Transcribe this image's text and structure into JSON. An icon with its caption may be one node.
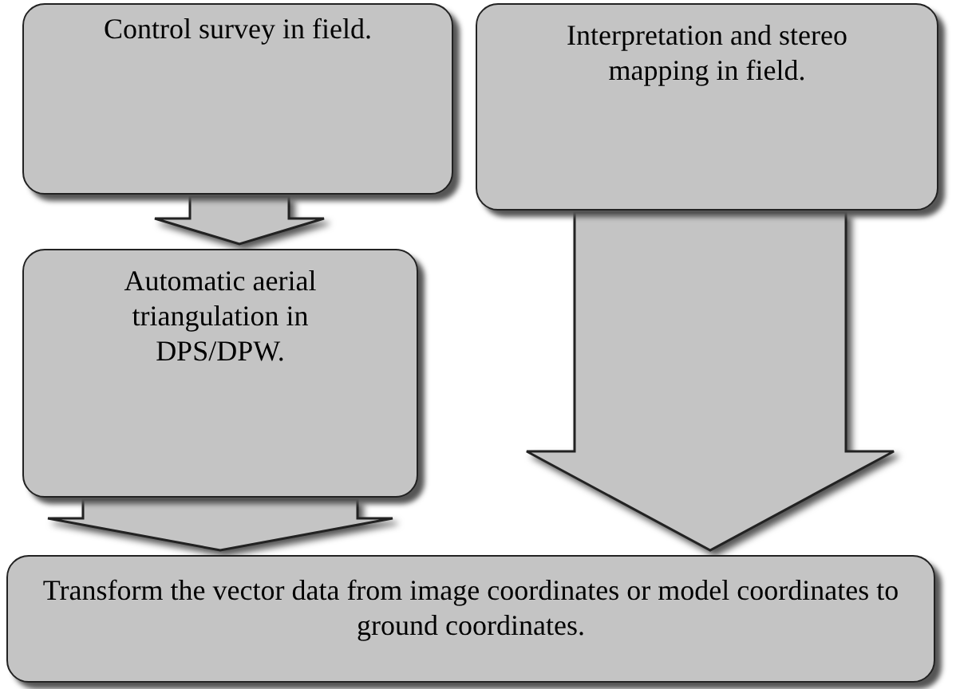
{
  "diagram": {
    "nodes": [
      {
        "text": [
          "Control survey in field."
        ]
      },
      {
        "text": [
          "Interpretation and stereo mapping in field."
        ]
      },
      {
        "text": [
          "Automatic aerial triangulation in DPS/DPW."
        ]
      },
      {
        "text": [
          "Transform the vector data from image coordinates or model coordinates to ground coordinates."
        ]
      }
    ],
    "edges": [
      {
        "from": 0,
        "to": 2,
        "arrow": "to"
      },
      {
        "from": 2,
        "to": 3,
        "arrow": "to"
      },
      {
        "from": 1,
        "to": 3,
        "arrow": "to"
      }
    ]
  }
}
